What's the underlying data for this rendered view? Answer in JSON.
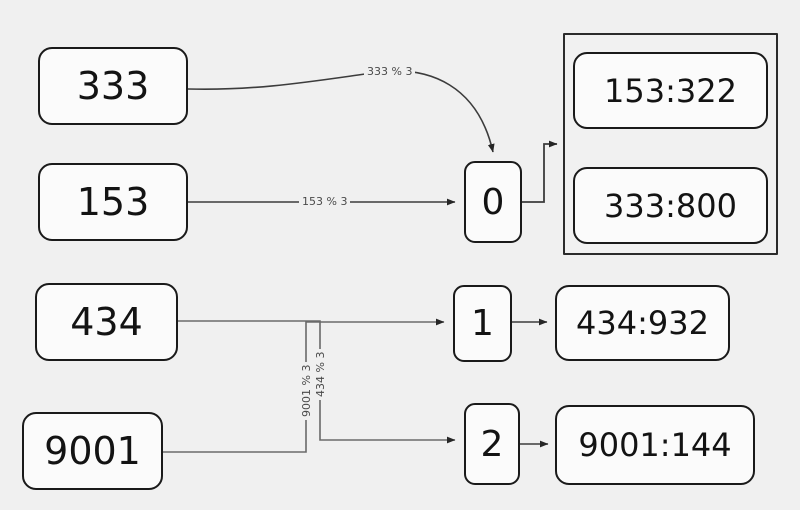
{
  "diagram": {
    "title": "modulo-hash-bucket-diagram",
    "background_color": "#f0f0f0",
    "node_fill": "#fbfbfb",
    "node_stroke": "#1a1a1a",
    "edge_color": "#3c3c3c",
    "label_color": "#4a4a4a"
  },
  "inputs": [
    {
      "id": "in-333",
      "label": "333"
    },
    {
      "id": "in-153",
      "label": "153"
    },
    {
      "id": "in-434",
      "label": "434"
    },
    {
      "id": "in-9001",
      "label": "9001"
    }
  ],
  "buckets": [
    {
      "id": "bucket-0",
      "label": "0"
    },
    {
      "id": "bucket-1",
      "label": "1"
    },
    {
      "id": "bucket-2",
      "label": "2"
    }
  ],
  "results": [
    {
      "id": "res-153-322",
      "label": "153:322"
    },
    {
      "id": "res-333-800",
      "label": "333:800"
    },
    {
      "id": "res-434-932",
      "label": "434:932"
    },
    {
      "id": "res-9001-144",
      "label": "9001:144"
    }
  ],
  "edge_labels": [
    {
      "id": "label-333-mod-3",
      "text": "333 % 3",
      "orientation": "horizontal"
    },
    {
      "id": "label-153-mod-3",
      "text": "153 % 3",
      "orientation": "horizontal"
    },
    {
      "id": "label-9001-mod-3",
      "text": "9001 % 3",
      "orientation": "vertical"
    },
    {
      "id": "label-434-mod-3",
      "text": "434 % 3",
      "orientation": "vertical"
    }
  ]
}
